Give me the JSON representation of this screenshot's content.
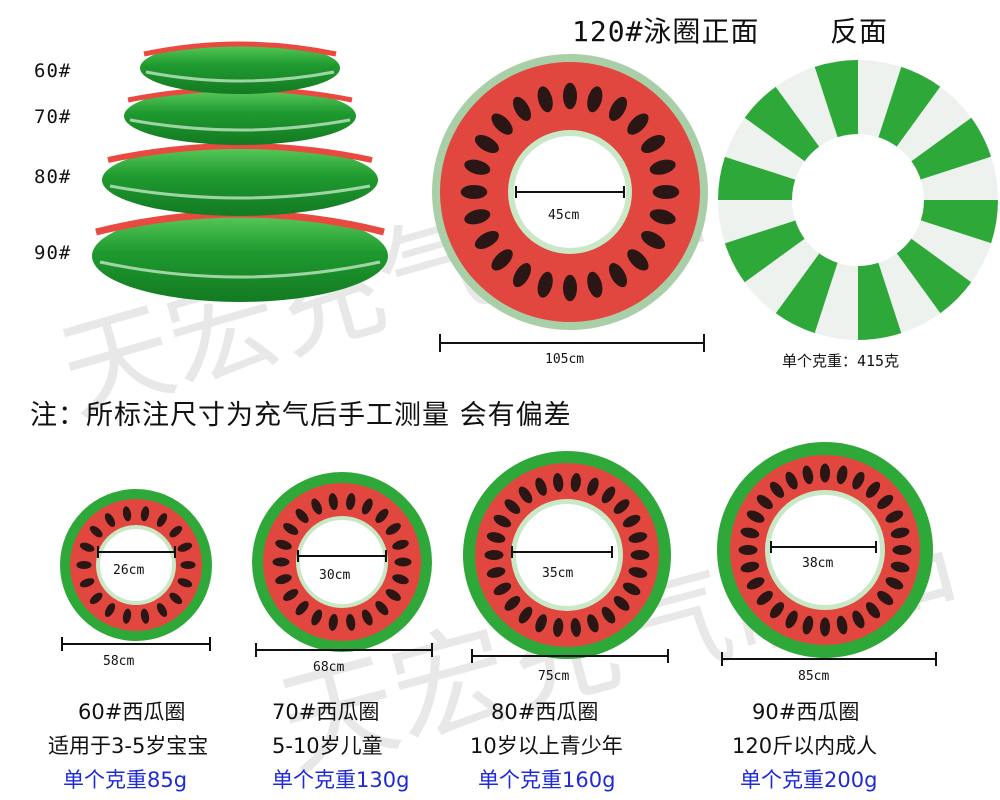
{
  "header": {
    "title": "120#泳圈正面",
    "reverse_label": "反面"
  },
  "stack": {
    "labels": [
      "60#",
      "70#",
      "80#",
      "90#"
    ]
  },
  "large_ring": {
    "inner_dim": "45cm",
    "outer_dim": "105cm"
  },
  "reverse_ring": {
    "weight": "单个克重：415克"
  },
  "note": "注：所标注尺寸为充气后手工测量 会有偏差",
  "watermark": {
    "text": "天宏充气制品"
  },
  "rings": [
    {
      "inner": "26cm",
      "outer": "58cm",
      "name": "60#西瓜圈",
      "age": "适用于3-5岁宝宝",
      "weight": "单个克重85g"
    },
    {
      "inner": "30cm",
      "outer": "68cm",
      "name": "70#西瓜圈",
      "age": "5-10岁儿童",
      "weight": "单个克重130g"
    },
    {
      "inner": "35cm",
      "outer": "75cm",
      "name": "80#西瓜圈",
      "age": "10岁以上青少年",
      "weight": "单个克重160g"
    },
    {
      "inner": "38cm",
      "outer": "85cm",
      "name": "90#西瓜圈",
      "age": "120斤以内成人",
      "weight": "单个克重200g"
    }
  ],
  "colors": {
    "rind_green": "#2fa83a",
    "flesh_red": "#e2473f",
    "seed": "#2a1614",
    "white_stripe": "#eef2ee",
    "caption_blue": "#1f2bd8"
  }
}
